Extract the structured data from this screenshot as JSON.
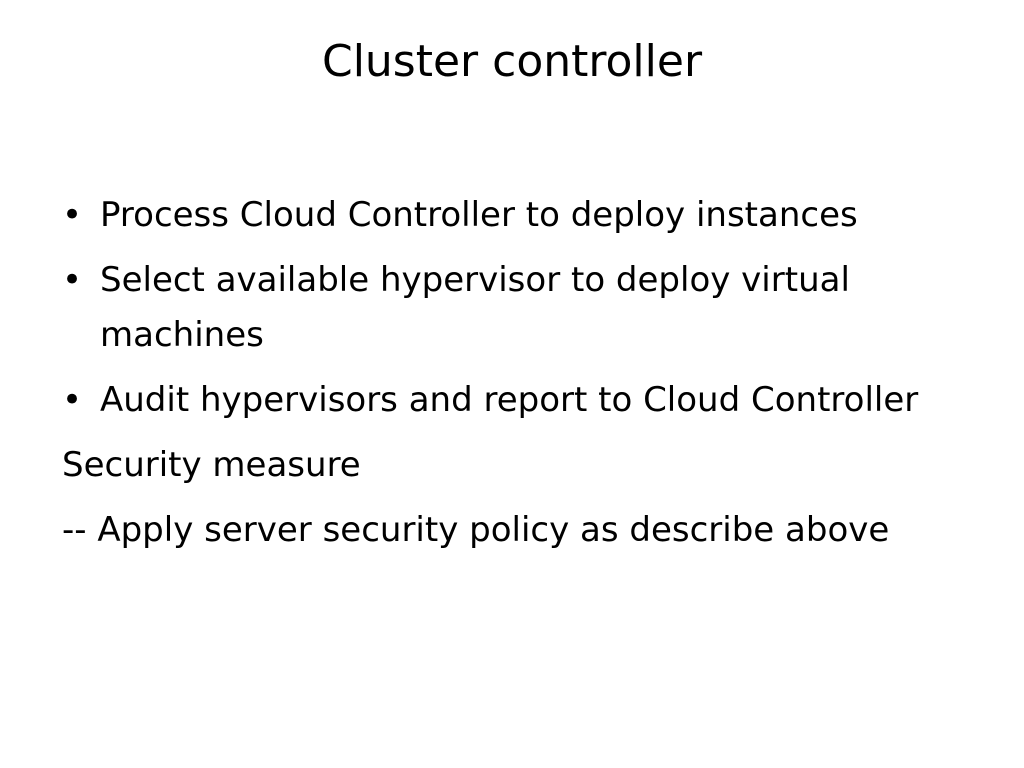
{
  "slide": {
    "title": "Cluster controller",
    "bullets": [
      "Process Cloud Controller to deploy instances",
      "Select available hypervisor to deploy virtual machines",
      "Audit hypervisors and report to Cloud Controller"
    ],
    "bullet_glyph": "•",
    "paragraphs": [
      "Security measure",
      "-- Apply server security policy as describe above"
    ]
  }
}
